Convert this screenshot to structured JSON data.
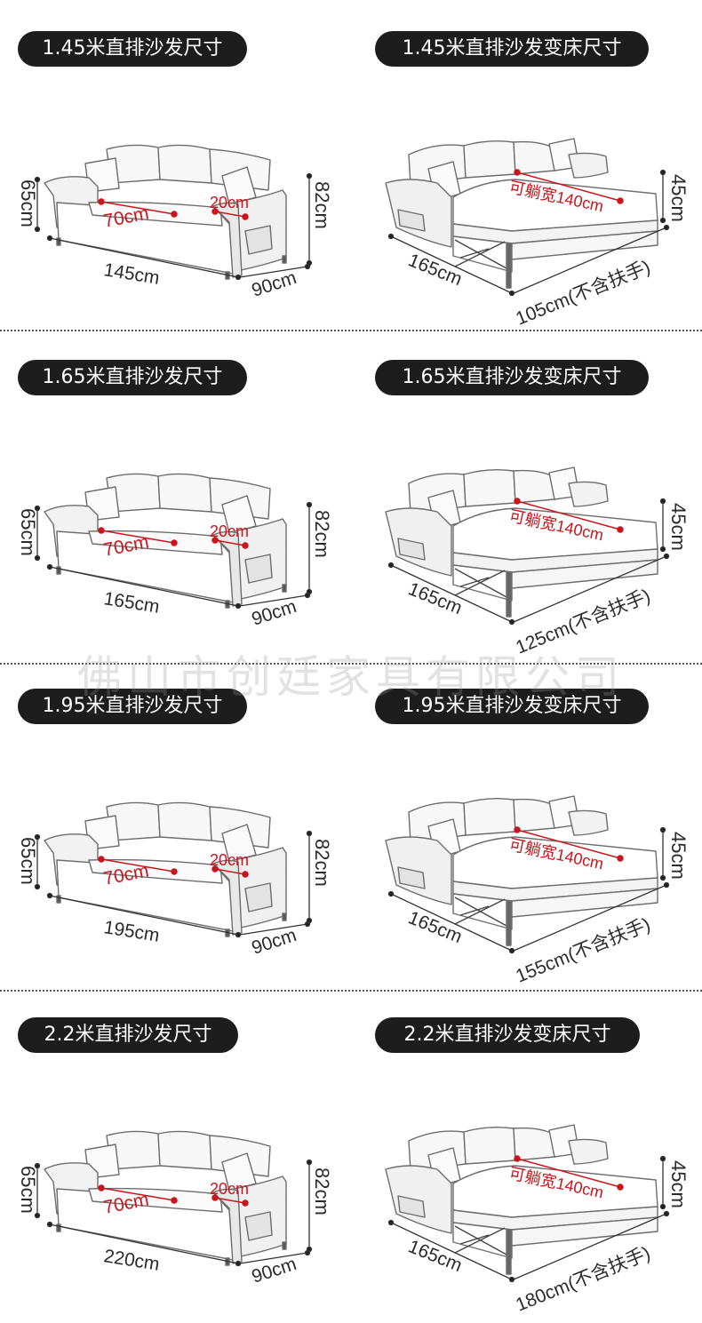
{
  "watermark": "佛山市创廷家具有限公司",
  "colors": {
    "pill_bg": "#1d1d1d",
    "accent_red": "#c9151b",
    "divider": "#555555"
  },
  "sections": [
    {
      "sofa_title": "1.45米直排沙发尺寸",
      "bed_title": "1.45米直排沙发变床尺寸",
      "sofa": {
        "height": "65cm",
        "seat_depth": "70cm",
        "arm": "20cm",
        "total_height": "82cm",
        "length": "145cm",
        "depth": "90cm"
      },
      "bed": {
        "sleep_width": "可躺宽140cm",
        "height": "45cm",
        "length": "165cm",
        "width": "105cm(不含扶手)"
      }
    },
    {
      "sofa_title": "1.65米直排沙发尺寸",
      "bed_title": "1.65米直排沙发变床尺寸",
      "sofa": {
        "height": "65cm",
        "seat_depth": "70cm",
        "arm": "20cm",
        "total_height": "82cm",
        "length": "165cm",
        "depth": "90cm"
      },
      "bed": {
        "sleep_width": "可躺宽140cm",
        "height": "45cm",
        "length": "165cm",
        "width": "125cm(不含扶手)"
      }
    },
    {
      "sofa_title": "1.95米直排沙发尺寸",
      "bed_title": "1.95米直排沙发变床尺寸",
      "sofa": {
        "height": "65cm",
        "seat_depth": "70cm",
        "arm": "20cm",
        "total_height": "82cm",
        "length": "195cm",
        "depth": "90cm"
      },
      "bed": {
        "sleep_width": "可躺宽140cm",
        "height": "45cm",
        "length": "165cm",
        "width": "155cm(不含扶手)"
      }
    },
    {
      "sofa_title": "2.2米直排沙发尺寸",
      "bed_title": "2.2米直排沙发变床尺寸",
      "sofa": {
        "height": "65cm",
        "seat_depth": "70cm",
        "arm": "20cm",
        "total_height": "82cm",
        "length": "220cm",
        "depth": "90cm"
      },
      "bed": {
        "sleep_width": "可躺宽140cm",
        "height": "45cm",
        "length": "165cm",
        "width": "180cm(不含扶手)"
      }
    }
  ]
}
